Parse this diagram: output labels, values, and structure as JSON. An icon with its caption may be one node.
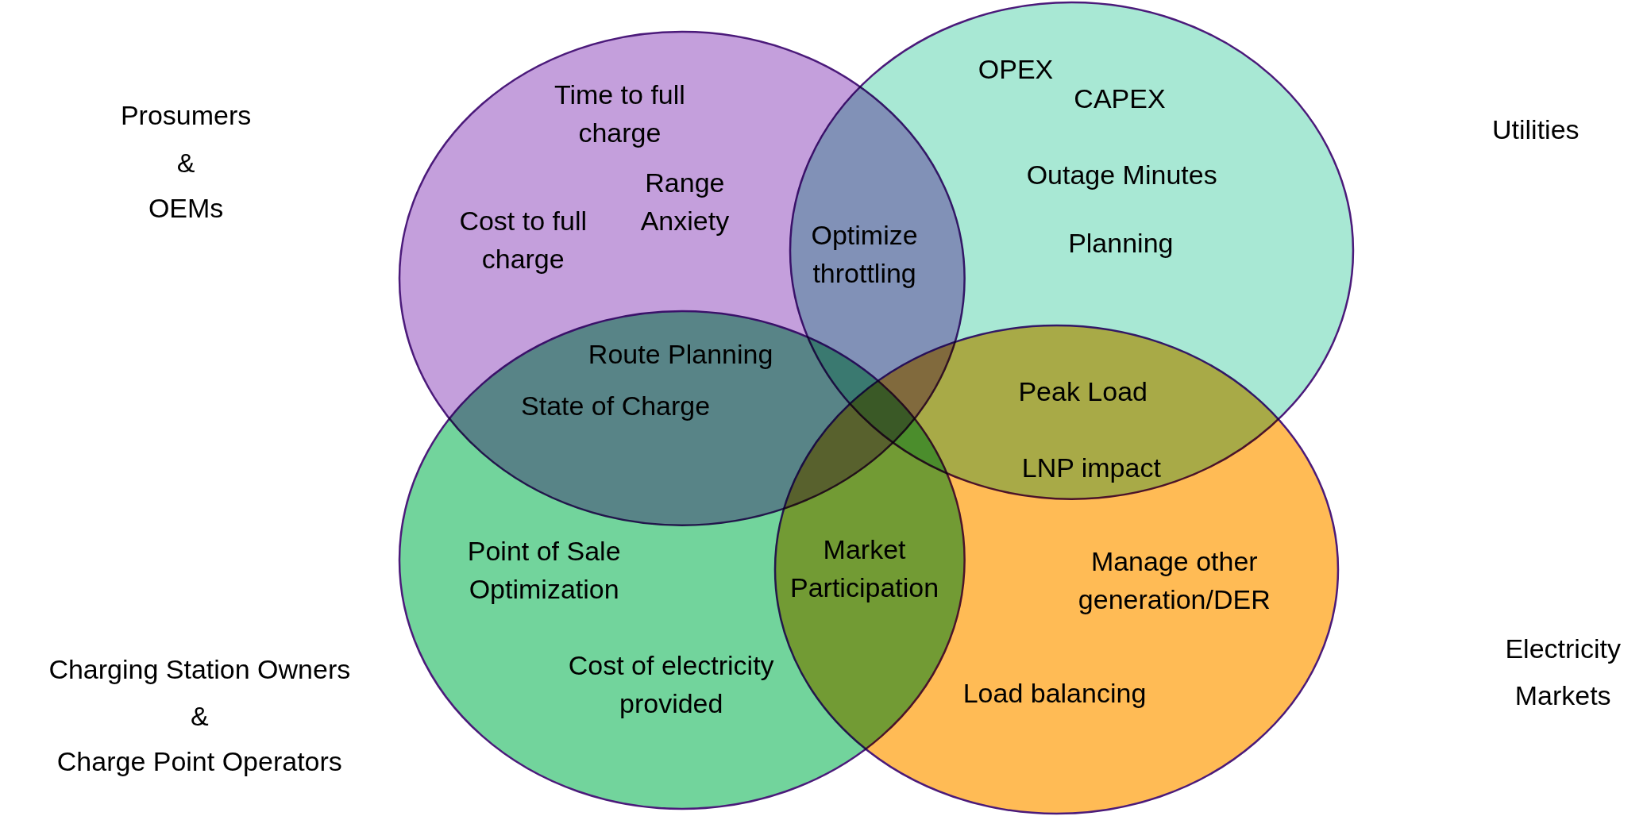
{
  "diagram": {
    "nodes": [
      {
        "text": [],
        "shape": "ellipse",
        "beside": [
          "Prosumers",
          "&",
          "OEMs"
        ]
      },
      {
        "text": [],
        "shape": "ellipse"
      },
      {
        "text": [],
        "shape": "ellipse",
        "beside": [
          "Charging Station Owners",
          "&",
          "Charge Point Operators"
        ]
      },
      {
        "text": [],
        "shape": "ellipse",
        "beside": [
          "Electricity",
          "Markets"
        ]
      }
    ],
    "labels": [
      "OPEX",
      "CAPEX",
      "Time to full charge",
      "Utilities",
      "Outage Minutes",
      "Range Anxiety",
      "Cost to full charge",
      "Planning",
      "Optimize throttling",
      "Route Planning",
      "Peak Load",
      "State of Charge",
      "LNP impact",
      "Market Participation",
      "Point of Sale Optimization",
      "Manage other generation/DER",
      "Cost of electricity provided",
      "Load balancing"
    ]
  }
}
